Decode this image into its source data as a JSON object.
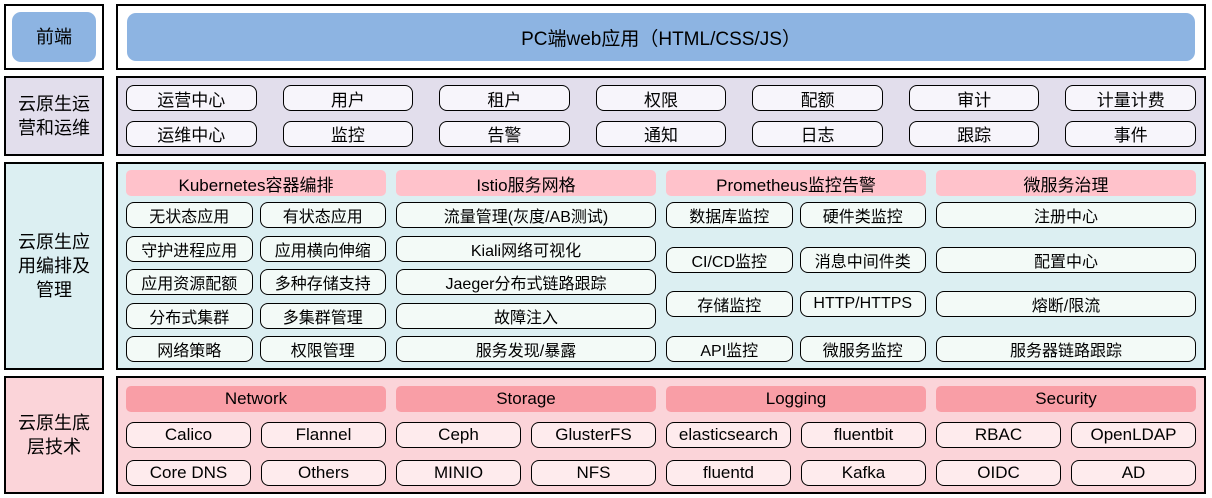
{
  "frontend": {
    "label": "前端",
    "app": "PC端web应用（HTML/CSS/JS）"
  },
  "ops": {
    "label": "云原生运营和运维",
    "rows": [
      [
        "运营中心",
        "用户",
        "租户",
        "权限",
        "配额",
        "审计",
        "计量计费"
      ],
      [
        "运维中心",
        "监控",
        "告警",
        "通知",
        "日志",
        "跟踪",
        "事件"
      ]
    ]
  },
  "orchestration": {
    "label": "云原生应用编排及管理",
    "columns": [
      {
        "header": "Kubernetes容器编排",
        "layout": "two-col",
        "items": [
          "无状态应用",
          "有状态应用",
          "守护进程应用",
          "应用横向伸缩",
          "应用资源配额",
          "多种存储支持",
          "分布式集群",
          "多集群管理",
          "网络策略",
          "权限管理"
        ]
      },
      {
        "header": "Istio服务网格",
        "layout": "one-col",
        "items": [
          "流量管理(灰度/AB测试)",
          "Kiali网络可视化",
          "Jaeger分布式链路跟踪",
          "故障注入",
          "服务发现/暴露"
        ]
      },
      {
        "header": "Prometheus监控告警",
        "layout": "two-col",
        "items": [
          "数据库监控",
          "硬件类监控",
          "CI/CD监控",
          "消息中间件类",
          "存储监控",
          "HTTP/HTTPS",
          "API监控",
          "微服务监控"
        ]
      },
      {
        "header": "微服务治理",
        "layout": "one-col",
        "items": [
          "注册中心",
          "配置中心",
          "熔断/限流",
          "服务器链路跟踪"
        ]
      }
    ]
  },
  "infrastructure": {
    "label": "云原生底层技术",
    "columns": [
      {
        "header": "Network",
        "items": [
          "Calico",
          "Flannel",
          "Core DNS",
          "Others"
        ]
      },
      {
        "header": "Storage",
        "items": [
          "Ceph",
          "GlusterFS",
          "MINIO",
          "NFS"
        ]
      },
      {
        "header": "Logging",
        "items": [
          "elasticsearch",
          "fluentbit",
          "fluentd",
          "Kafka"
        ]
      },
      {
        "header": "Security",
        "items": [
          "RBAC",
          "OpenLDAP",
          "OIDC",
          "AD"
        ]
      }
    ]
  },
  "colors": {
    "frontend_blue": "#8DB4E2",
    "ops_lavender_bg": "#E2DEEC",
    "ops_chip_bg": "#F7F5FB",
    "orchestration_teal_bg": "#DCEFF2",
    "orchestration_chip_bg": "#F3FAF7",
    "orchestration_header_pink": "#FFC2CB",
    "infrastructure_pink_bg": "#FBD4D9",
    "infrastructure_chip_bg": "#FEEBED",
    "infrastructure_header_salmon": "#F99EA6",
    "border": "#000000"
  }
}
